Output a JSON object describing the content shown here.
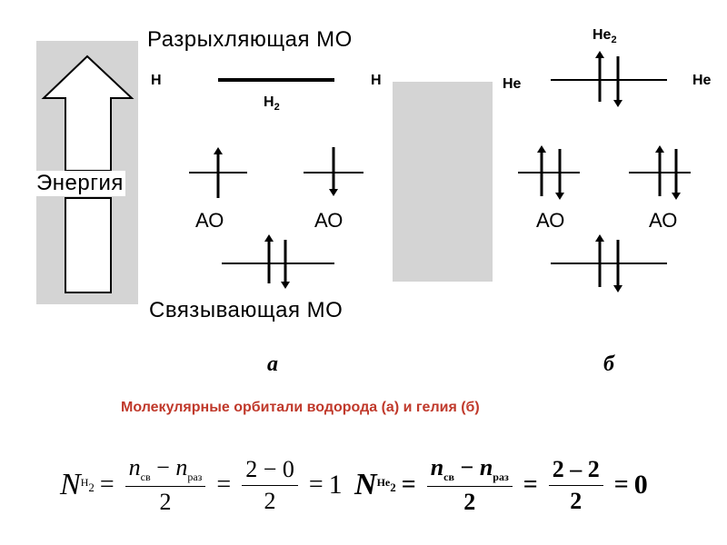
{
  "diagram_a": {
    "antibonding_label": "Разрыхляющая МО",
    "bonding_label": "Связывающая МО",
    "energy_label": "Энергия",
    "atom_left": "H",
    "atom_right": "H",
    "molecule": "H",
    "molecule_sub": "2",
    "ao_left": "АО",
    "ao_right": "АО",
    "letter": "а"
  },
  "diagram_b": {
    "molecule": "He",
    "molecule_sub": "2",
    "atom_left": "He",
    "atom_right": "He",
    "ao_left": "АО",
    "ao_right": "АО",
    "letter": "б"
  },
  "caption": "Молекулярные орбитали водорода (а) и гелия (б)",
  "formula_h2": {
    "N": "N",
    "N_sub": "H",
    "N_sub_sub": "2",
    "n_bond": "n",
    "n_bond_sub": "св",
    "minus": "−",
    "n_anti": "n",
    "n_anti_sub": "раз",
    "den": "2",
    "num2": "2 − 0",
    "den2": "2",
    "eq": "=",
    "result": "1"
  },
  "formula_he2": {
    "N": "N",
    "N_sub": "He",
    "N_sub_sub": "2",
    "n_bond": "n",
    "n_bond_sub": "св",
    "minus": "−",
    "n_anti": "n",
    "n_anti_sub": "раз",
    "den": "2",
    "num2": "2 – 2",
    "den2": "2",
    "eq": "=",
    "result": "0"
  },
  "colors": {
    "caption": "#c0392b",
    "panel_gray": "#d4d4d4"
  }
}
